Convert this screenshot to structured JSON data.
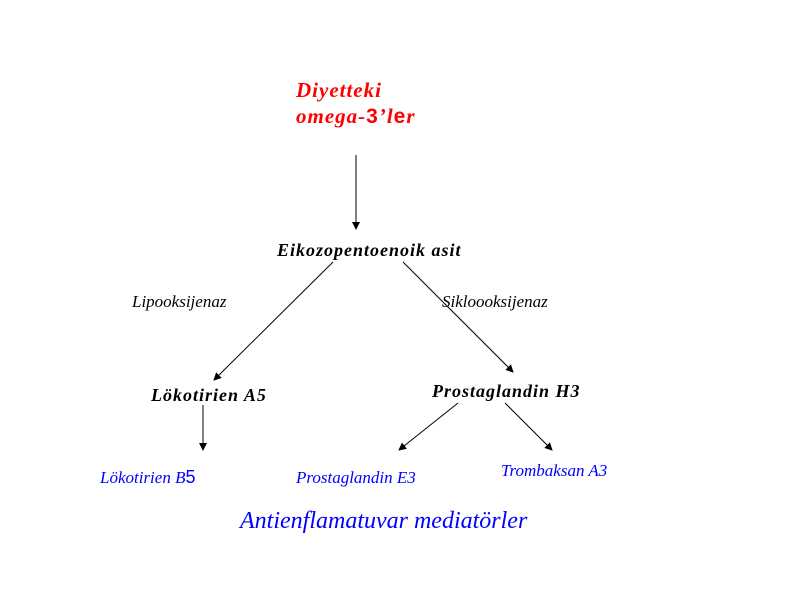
{
  "source": {
    "line1": "Diyetteki",
    "line2_a": "omega-",
    "line2_b": "3",
    "line2_c": "’l",
    "line2_d": "e",
    "line2_e": "r"
  },
  "main_node": "Eikozopentoenoik asit",
  "enzymes": {
    "left": "Lipooksijenaz",
    "right": "Sikloooksijenaz"
  },
  "intermediates": {
    "left": "Lökotirien A5",
    "right": "Prostaglandin H3"
  },
  "products": {
    "leukotriene_a": "Lökotirien B",
    "leukotriene_b": "5",
    "prostaglandin": "Prostaglandin E3",
    "thromboxane": "Trombaksan A3"
  },
  "footer": "Antienflamatuvar mediatörler"
}
